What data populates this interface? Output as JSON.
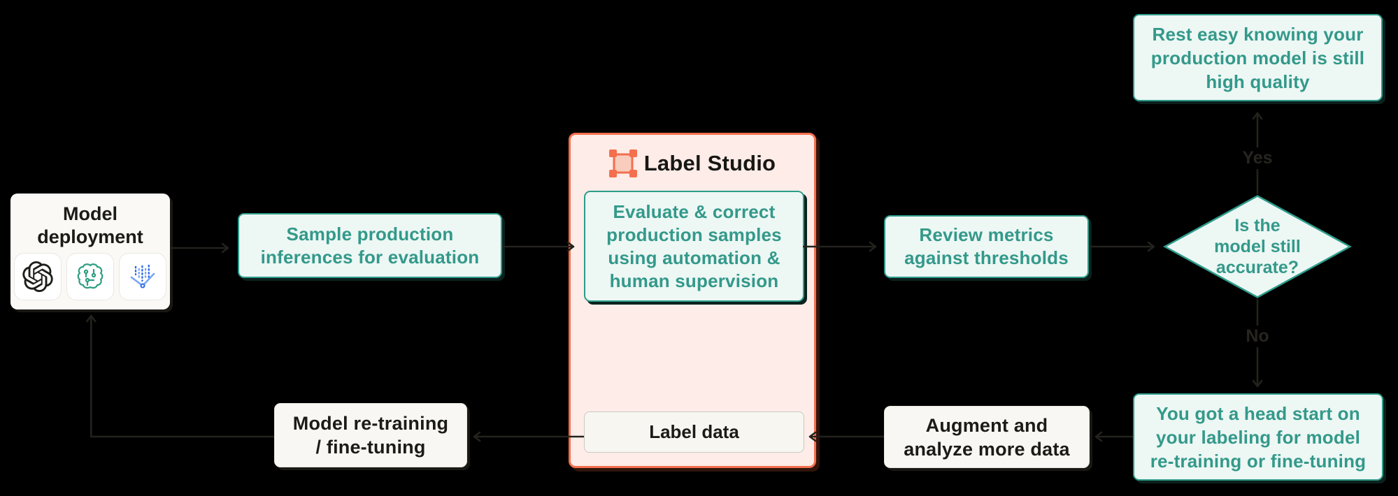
{
  "background": "#000000",
  "colors": {
    "teal_text": "#33998a",
    "teal_border": "#2e9c8a",
    "mint_fill": "#edf7f4",
    "coral": "#f46f4e",
    "pink_fill": "#fdece7",
    "offwhite_fill": "#f8f7f3",
    "dark_text": "#1b1b18",
    "connector": "#23221d",
    "openai_black": "#1d1d1a",
    "brain_green": "#2f9e82",
    "funnel_blue": "#2e6be6",
    "funnel_blue_light": "#7aa5f4"
  },
  "nodes": {
    "model_deployment": {
      "title_lines": [
        "Model",
        "deployment"
      ],
      "icons": [
        "openai-logo",
        "brain-circuit",
        "data-funnel"
      ]
    },
    "sample_production": {
      "lines": [
        "Sample production",
        "inferences for evaluation"
      ]
    },
    "label_studio": {
      "brand": "Label Studio",
      "evaluate_lines": [
        "Evaluate & correct",
        "production samples",
        "using automation &",
        "human supervision"
      ],
      "label_data": "Label data"
    },
    "review_metrics": {
      "lines": [
        "Review metrics",
        "against thresholds"
      ]
    },
    "decision": {
      "lines": [
        "Is the",
        "model still",
        "accurate?"
      ]
    },
    "rest_easy": {
      "lines": [
        "Rest easy knowing your",
        "production model is still",
        "high quality"
      ]
    },
    "head_start": {
      "lines": [
        "You got a head start on",
        "your labeling for model",
        "re-training or fine-tuning"
      ]
    },
    "augment": {
      "lines": [
        "Augment and",
        "analyze more data"
      ]
    },
    "retraining": {
      "lines": [
        "Model re-training",
        "/ fine-tuning"
      ]
    }
  },
  "edges": {
    "yes": "Yes",
    "no": "No"
  }
}
